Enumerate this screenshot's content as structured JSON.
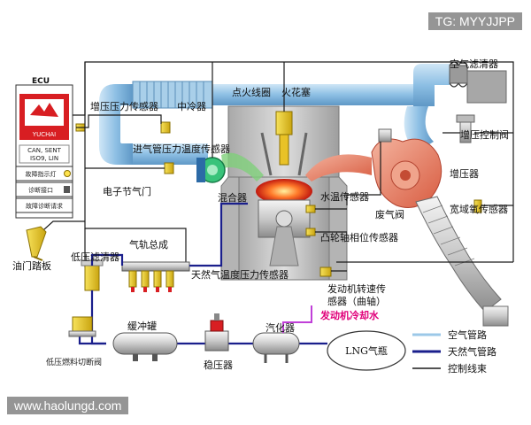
{
  "watermark_top": "TG: MYYJJPP",
  "watermark_bottom": "www.haolungd.com",
  "ecu": {
    "title": "ECU",
    "brand": "YUCHAI",
    "spec1": "CAN, SENT",
    "spec2": "ISO9, LIN",
    "rows": [
      "故障指示灯",
      "诊断接口",
      "故障诊断请求"
    ]
  },
  "labels": {
    "boost_pressure_sensor": "增压压力传感器",
    "intercooler": "中冷器",
    "ignition_coil": "点火线圈",
    "spark_plug": "火花塞",
    "air_filter": "空气滤清器",
    "boost_control_valve": "增压控制阀",
    "intake_temp_pressure_sensor": "进气管压力温度传感器",
    "electronic_throttle": "电子节气门",
    "mixer": "混合器",
    "coolant_temp_sensor": "水温传感器",
    "turbocharger": "增压器",
    "wastegate": "废气阀",
    "wide_band_o2": "宽域氧传感器",
    "camshaft_sensor": "凸轮轴相位传感器",
    "rail_assembly": "气轨总成",
    "gas_temp_pressure_sensor": "天然气温度压力传感器",
    "low_pressure_filter": "低压滤清器",
    "accelerator_pedal": "油门踏板",
    "engine_speed_line1": "发动机转速传",
    "engine_speed_line2": "感器（曲轴）",
    "buffer_tank": "缓冲罐",
    "vaporizer": "汽化器",
    "engine_coolant": "发动机冷却水",
    "shutoff_valve": "低压燃料切断阀",
    "regulator": "稳压器",
    "lng_tank": "LNG气瓶"
  },
  "legend": {
    "air": "空气管路",
    "gas": "天然气管路",
    "control": "控制线束"
  },
  "colors": {
    "air_pipe": "#9cc8e8",
    "gas_line": "#1a1f8c",
    "coolant_line": "#c03fd8",
    "exhaust": "#e8826a",
    "control": "#1a1a1a",
    "ecu_brand": "#d81e22"
  }
}
